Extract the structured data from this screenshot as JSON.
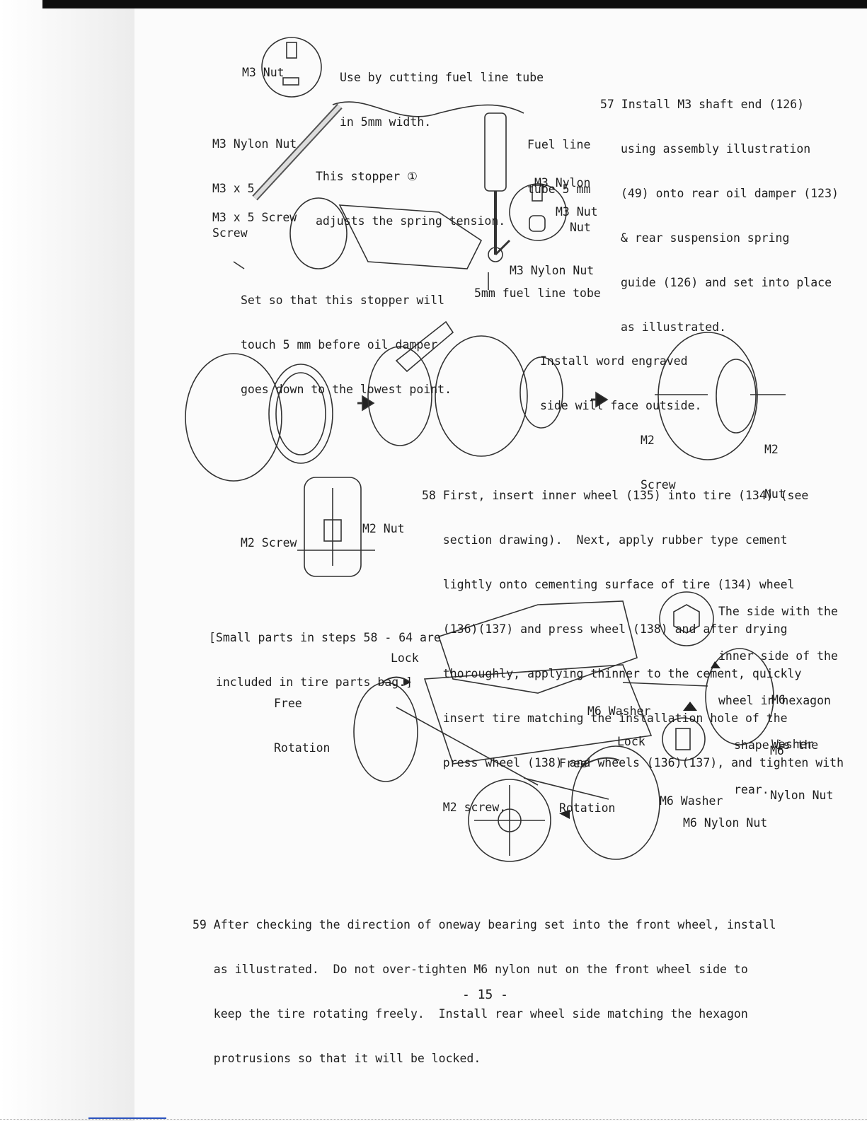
{
  "fig57": {
    "note_fuel": [
      "Use by cutting fuel line tube",
      "in 5mm width."
    ],
    "m3_nut": "M3 Nut",
    "m3_nylon_nut_left": [
      "M3 Nylon Nut",
      "M3 x 5",
      "Screw"
    ],
    "stopper": [
      "This stopper ①",
      "adjusts the spring tension."
    ],
    "m3x5_screw": "M3 x 5 Screw",
    "fuel_line_tube": [
      "Fuel line",
      "tube 5 mm"
    ],
    "m3_nylon_nut_right": [
      "M3 Nylon",
      "Nut"
    ],
    "m3_nut_right": "M3 Nut",
    "set_note": [
      "Set so that this stopper will",
      "touch 5 mm before oil damper",
      "goes down to the lowest point."
    ],
    "m3_nylon_nut_bottom": "M3 Nylon Nut",
    "fuel_line_tobe": "5mm fuel line tobe"
  },
  "step57": [
    "57 Install M3 shaft end (126)",
    "using assembly illustration",
    "(49) onto rear oil damper (123)",
    "& rear suspension spring",
    "guide (126) and set into place",
    "as illustrated."
  ],
  "fig58": {
    "engraved": [
      "Install word engraved",
      "side will face outside."
    ],
    "m2_screw": [
      "M2",
      "Screw"
    ],
    "m2_nut": [
      "M2",
      "Nut"
    ],
    "m2_nut_left": "M2 Nut",
    "m2_screw_left": "M2 Screw"
  },
  "step58": [
    "58 First, insert inner wheel (135) into tire (134) (see",
    "   section drawing).  Next, apply rubber type cement",
    "   lightly onto cementing surface of tire (134) wheel",
    "   (136)(137) and press wheel (138) and after drying",
    "   thoroughly, applying thinner to the cement, quickly",
    "   insert tire matching the installation hole of the",
    "   press wheel (138) and wheels (136)(137), and tighten with",
    "   M2 screw."
  ],
  "small_parts": [
    "[Small parts in steps 58 - 64 are",
    " included in tire parts bag.]"
  ],
  "fig59": {
    "lock_top": "Lock",
    "free_rotation_left": [
      "Free",
      "Rotation"
    ],
    "hexagon_note": [
      "The side with the",
      "inner side of the",
      "wheel in hexagon",
      "shape is the",
      "rear."
    ],
    "m6_washer_r": [
      "M6",
      "Washer"
    ],
    "m6_washer_mid": "M6 Washer",
    "m6_nylon_nut_r": [
      "M6",
      "Nylon Nut"
    ],
    "free_rotation_mid": [
      "Free",
      "Rotation"
    ],
    "lock_mid": "Lock",
    "m6_washer_bottom": "M6 Washer",
    "m6_nylon_nut_bottom": "M6 Nylon Nut"
  },
  "step59": [
    "59 After checking the direction of oneway bearing set into the front wheel, install",
    "   as illustrated.  Do not over-tighten M6 nylon nut on the front wheel side to",
    "   keep the tire rotating freely.  Install rear wheel side matching the hexagon",
    "   protrusions so that it will be locked."
  ],
  "page_number": "- 15 -"
}
